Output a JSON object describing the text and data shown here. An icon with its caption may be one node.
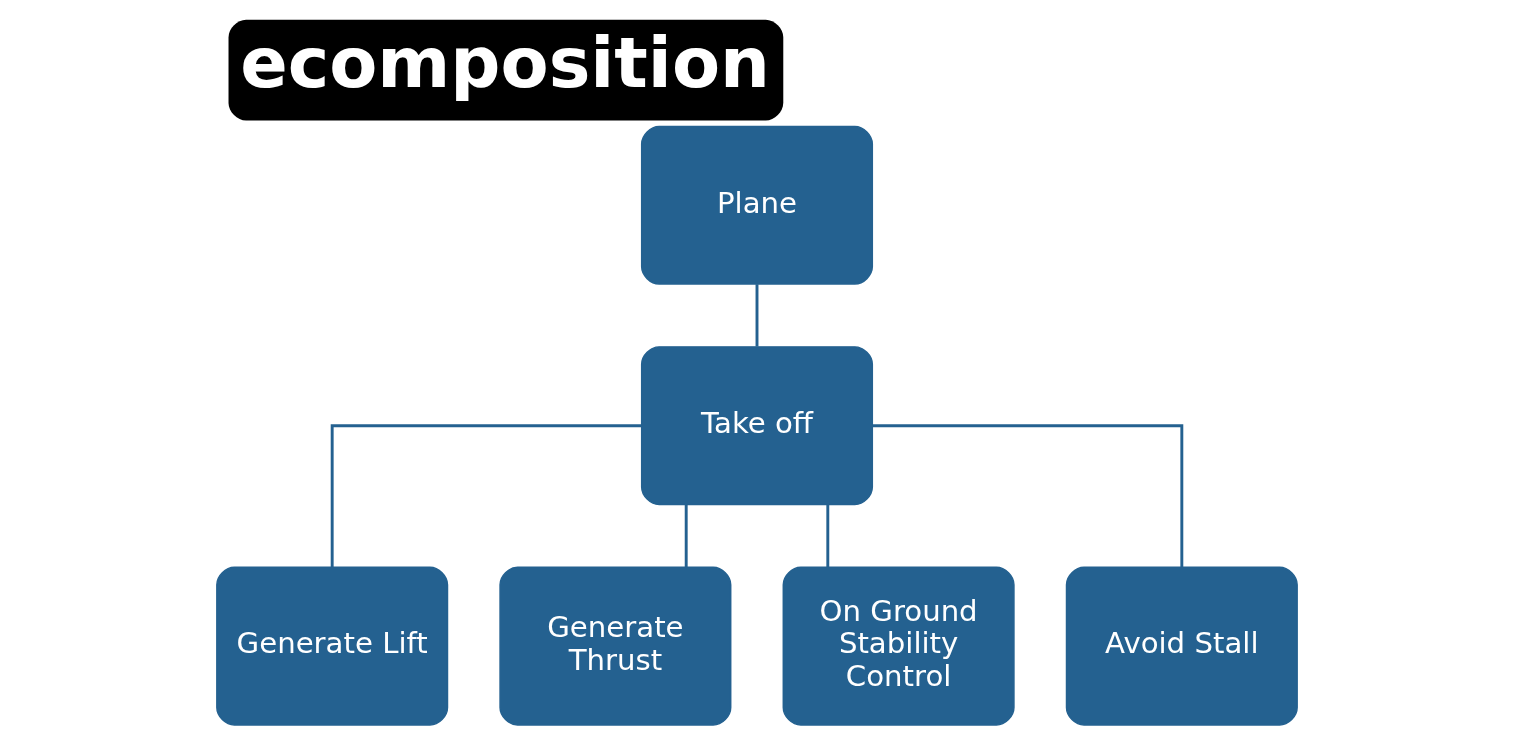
{
  "diagram": {
    "title": "ecomposition",
    "nodes": [
      {
        "text": [
          "Plane"
        ]
      },
      {
        "text": [
          "Take off"
        ]
      },
      {
        "text": [
          "Generate Lift"
        ]
      },
      {
        "text": [
          "Generate Thrust"
        ]
      },
      {
        "text": [
          "On Ground Stability Control"
        ]
      },
      {
        "text": [
          "Avoid Stall"
        ]
      }
    ],
    "edges": [
      {
        "from": 0,
        "to": 1,
        "arrow": "none"
      },
      {
        "from": 1,
        "to": 2,
        "arrow": "none"
      },
      {
        "from": 1,
        "to": 3,
        "arrow": "none"
      },
      {
        "from": 1,
        "to": 4,
        "arrow": "none"
      },
      {
        "from": 1,
        "to": 5,
        "arrow": "none"
      }
    ]
  }
}
